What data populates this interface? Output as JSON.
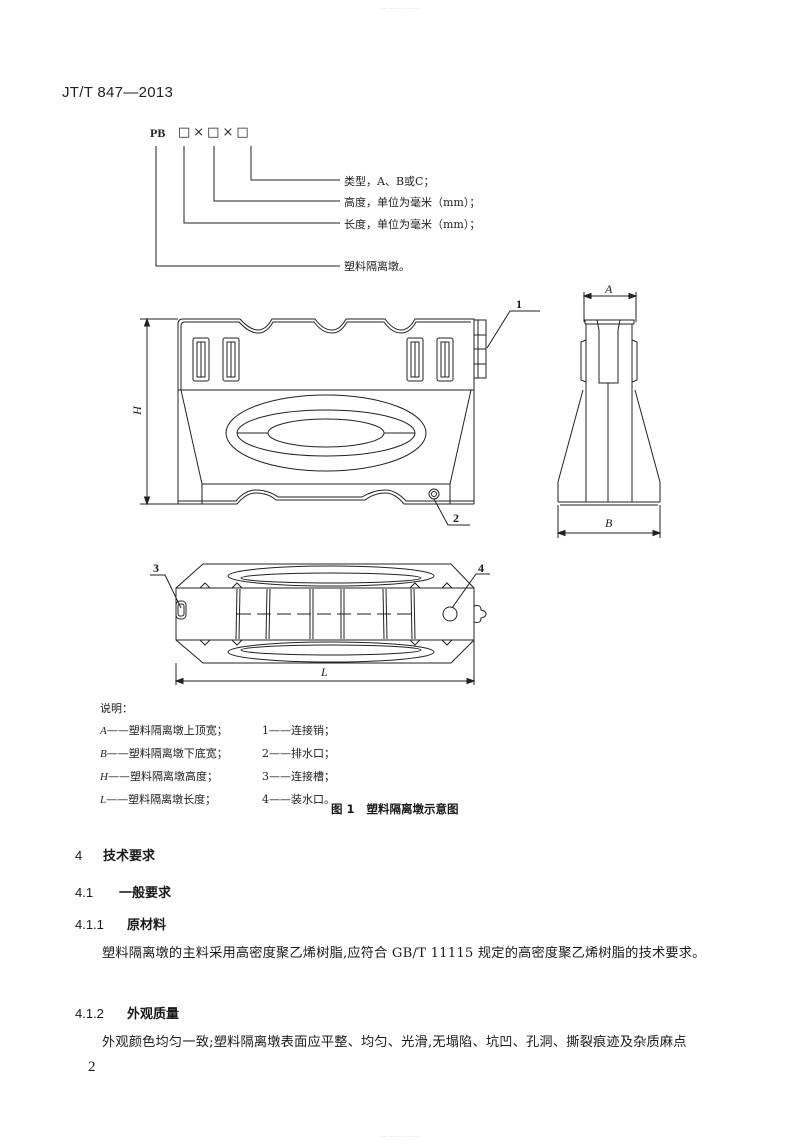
{
  "page": {
    "standard_code": "JT/T 847—2013",
    "page_number": "2",
    "watermark_top": "····· ·········· ·············",
    "watermark_bottom": "····· ·········· ·············"
  },
  "designation_code": {
    "prefix": "PB",
    "pattern": "□×□×□",
    "items": [
      {
        "label": "类型，A、B或C；"
      },
      {
        "label": "高度，单位为毫米（mm）；"
      },
      {
        "label": "长度，单位为毫米（mm）；"
      },
      {
        "label": "塑料隔离墩。"
      }
    ]
  },
  "figure": {
    "dimension_labels": {
      "H": "H",
      "A": "A",
      "B": "B",
      "L": "L"
    },
    "callouts": [
      "1",
      "2",
      "3",
      "4"
    ],
    "legend_title": "说明：",
    "legend": [
      {
        "key": "A",
        "text": "——塑料隔离墩上顶宽；",
        "num": "1",
        "num_text": "——连接销；"
      },
      {
        "key": "B",
        "text": "——塑料隔离墩下底宽；",
        "num": "2",
        "num_text": "——排水口；"
      },
      {
        "key": "H",
        "text": "——塑料隔离墩高度；",
        "num": "3",
        "num_text": "——连接槽；"
      },
      {
        "key": "L",
        "text": "——塑料隔离墩长度；",
        "num": "4",
        "num_text": "——装水口。"
      }
    ],
    "caption_number": "图 1",
    "caption_title": "塑料隔离墩示意图"
  },
  "sections": [
    {
      "number": "4",
      "title": "技术要求"
    },
    {
      "number": "4.1",
      "title": "一般要求"
    },
    {
      "number": "4.1.1",
      "title": "原材料",
      "body": "塑料隔离墩的主料采用高密度聚乙烯树脂,应符合 GB/T 11115 规定的高密度聚乙烯树脂的技术要求。"
    },
    {
      "number": "4.1.2",
      "title": "外观质量",
      "body": "外观颜色均匀一致;塑料隔离墩表面应平整、均匀、光滑,无塌陷、坑凹、孔洞、撕裂痕迹及杂质麻点"
    }
  ]
}
